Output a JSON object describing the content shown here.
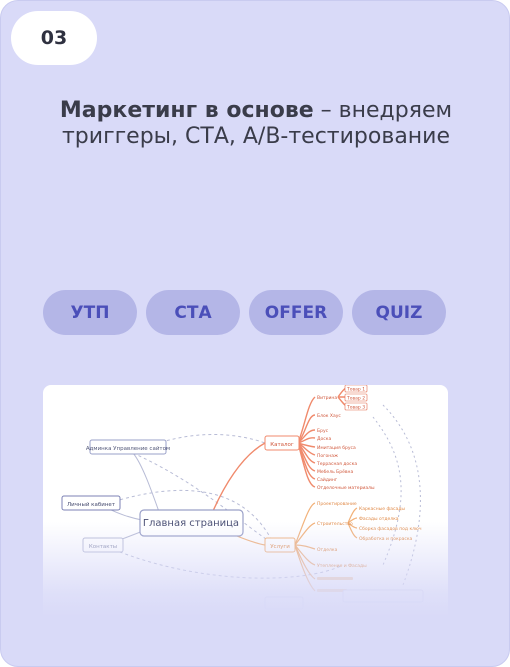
{
  "badge": {
    "step": "03"
  },
  "headline": {
    "bold": "Маркетинг в основе",
    "rest": " – внедряем триггеры, СТА, А/В-тестирование"
  },
  "chips": [
    {
      "label": "УТП"
    },
    {
      "label": "СТА"
    },
    {
      "label": "OFFER"
    },
    {
      "label": "QUIZ"
    }
  ],
  "mindmap": {
    "main": "Главная страница",
    "admin": "Админка Управление сайтом",
    "cabinet": "Личный кабинет",
    "contacts": "Контакты",
    "catalog": "Каталог",
    "services": "Услуги",
    "vitrina": "Витрина",
    "goods": [
      "Товар 1",
      "Товар 2",
      "Товар 3"
    ],
    "catalog_items": [
      "Блок Хаус",
      "Брус",
      "Доска",
      "Имитация бруса",
      "Погонаж",
      "Террасная доска",
      "Мебель Брёвна",
      "Сайдинг",
      "Отделочные материалы"
    ],
    "services_items": [
      "Проектирование",
      "Строительство",
      "Отделка",
      "Утепление и Фасады"
    ],
    "services_sub": [
      "Каркасные фасады",
      "Фасады отделка",
      "Сборка фасадов под ключ",
      "Обработка и покраска"
    ]
  },
  "colors": {
    "card_bg": "#d9daf8",
    "chip_bg": "#b4b6e7",
    "chip_text": "#4b4fb9",
    "catalog_line": "#f08a6c",
    "services_line": "#f2b27a",
    "node_outline": "#9aa0c8"
  }
}
